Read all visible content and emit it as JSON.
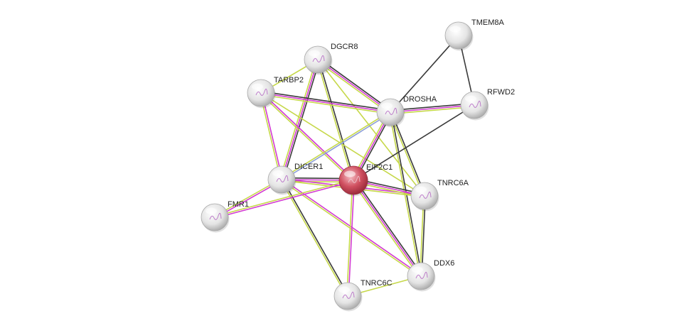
{
  "network": {
    "query_protein": "EIF2C1",
    "nodes": [
      {
        "id": "EIF2C1",
        "label": "EIF2C1",
        "query": true
      },
      {
        "id": "DGCR8",
        "label": "DGCR8"
      },
      {
        "id": "TARBP2",
        "label": "TARBP2"
      },
      {
        "id": "DROSHA",
        "label": "DROSHA"
      },
      {
        "id": "TMEM8A",
        "label": "TMEM8A"
      },
      {
        "id": "RFWD2",
        "label": "RFWD2"
      },
      {
        "id": "DICER1",
        "label": "DICER1"
      },
      {
        "id": "TNRC6A",
        "label": "TNRC6A"
      },
      {
        "id": "FMR1",
        "label": "FMR1"
      },
      {
        "id": "DDX6",
        "label": "DDX6"
      },
      {
        "id": "TNRC6C",
        "label": "TNRC6C"
      }
    ],
    "edges": [
      {
        "a": "DGCR8",
        "b": "DROSHA",
        "types": [
          "black",
          "magenta",
          "yellow"
        ]
      },
      {
        "a": "DGCR8",
        "b": "DICER1",
        "types": [
          "black",
          "magenta",
          "yellow"
        ]
      },
      {
        "a": "DGCR8",
        "b": "EIF2C1",
        "types": [
          "black",
          "yellow"
        ]
      },
      {
        "a": "DGCR8",
        "b": "TARBP2",
        "types": [
          "yellow"
        ]
      },
      {
        "a": "DGCR8",
        "b": "TNRC6A",
        "types": [
          "yellow"
        ]
      },
      {
        "a": "TARBP2",
        "b": "DROSHA",
        "types": [
          "black",
          "magenta",
          "yellow"
        ]
      },
      {
        "a": "TARBP2",
        "b": "DICER1",
        "types": [
          "magenta",
          "yellow"
        ]
      },
      {
        "a": "TARBP2",
        "b": "EIF2C1",
        "types": [
          "magenta",
          "yellow"
        ]
      },
      {
        "a": "TARBP2",
        "b": "TNRC6A",
        "types": [
          "yellow"
        ]
      },
      {
        "a": "DROSHA",
        "b": "RFWD2",
        "types": [
          "black",
          "magenta",
          "yellow"
        ]
      },
      {
        "a": "DROSHA",
        "b": "TMEM8A",
        "types": [
          "black"
        ]
      },
      {
        "a": "DROSHA",
        "b": "DICER1",
        "types": [
          "blue",
          "yellow"
        ]
      },
      {
        "a": "DROSHA",
        "b": "EIF2C1",
        "types": [
          "black",
          "magenta",
          "yellow"
        ]
      },
      {
        "a": "DROSHA",
        "b": "TNRC6A",
        "types": [
          "black",
          "yellow"
        ]
      },
      {
        "a": "DROSHA",
        "b": "DDX6",
        "types": [
          "black",
          "yellow"
        ]
      },
      {
        "a": "TMEM8A",
        "b": "RFWD2",
        "types": [
          "black"
        ]
      },
      {
        "a": "RFWD2",
        "b": "EIF2C1",
        "types": [
          "black"
        ]
      },
      {
        "a": "DICER1",
        "b": "EIF2C1",
        "types": [
          "black",
          "magenta",
          "yellow"
        ]
      },
      {
        "a": "DICER1",
        "b": "FMR1",
        "types": [
          "magenta",
          "yellow"
        ]
      },
      {
        "a": "DICER1",
        "b": "DDX6",
        "types": [
          "magenta",
          "yellow"
        ]
      },
      {
        "a": "DICER1",
        "b": "TNRC6C",
        "types": [
          "black",
          "yellow"
        ]
      },
      {
        "a": "DICER1",
        "b": "TNRC6A",
        "types": [
          "magenta",
          "yellow"
        ]
      },
      {
        "a": "EIF2C1",
        "b": "FMR1",
        "types": [
          "magenta",
          "yellow"
        ]
      },
      {
        "a": "EIF2C1",
        "b": "TNRC6A",
        "types": [
          "black",
          "magenta",
          "yellow"
        ]
      },
      {
        "a": "EIF2C1",
        "b": "DDX6",
        "types": [
          "black",
          "magenta",
          "yellow"
        ]
      },
      {
        "a": "EIF2C1",
        "b": "TNRC6C",
        "types": [
          "magenta",
          "yellow"
        ]
      },
      {
        "a": "TNRC6A",
        "b": "DDX6",
        "types": [
          "black",
          "yellow"
        ]
      },
      {
        "a": "DDX6",
        "b": "TNRC6C",
        "types": [
          "yellow"
        ]
      }
    ]
  },
  "colors": {
    "black": "#3a3a3a",
    "magenta": "#d23ad2",
    "yellow": "#c6d84a",
    "blue": "#8fa0d8",
    "node_fill": "#e6e6e6",
    "query_fill": "#d05060"
  }
}
